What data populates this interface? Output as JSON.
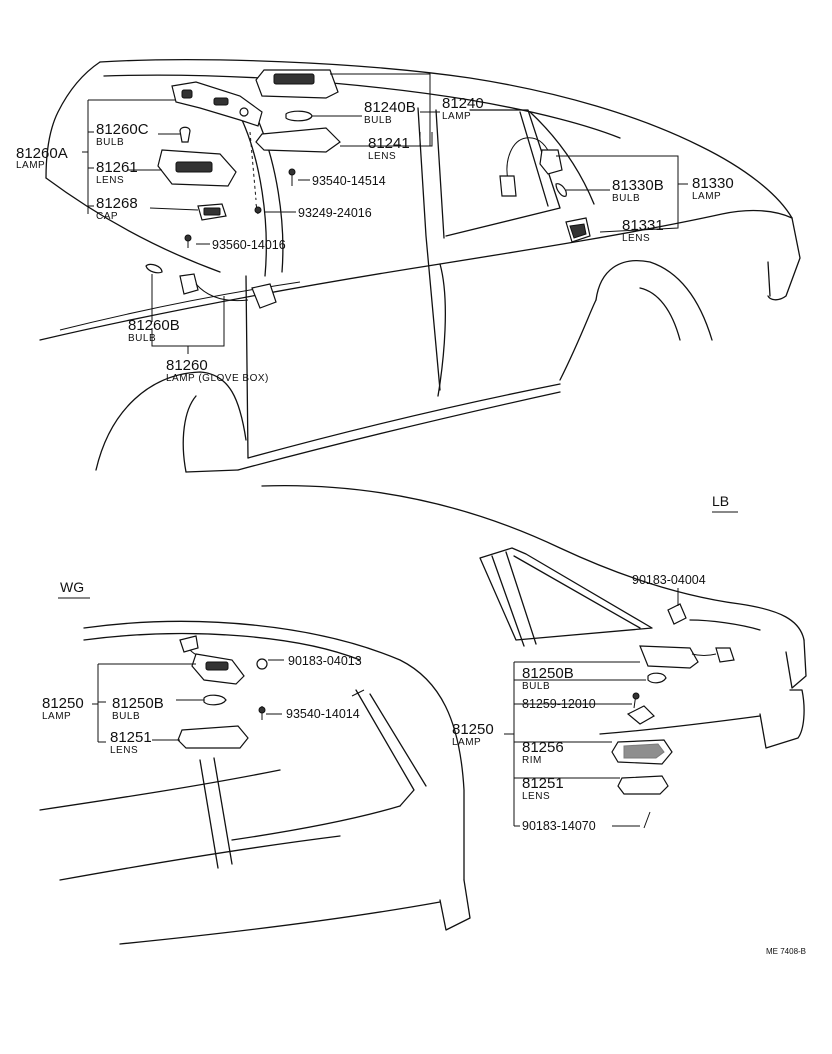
{
  "variants": {
    "lb": "LB",
    "wg": "WG"
  },
  "top": {
    "lamp_81260a": {
      "number": "81260A",
      "sub": "LAMP"
    },
    "bulb_81260c": {
      "number": "81260C",
      "sub": "BULB"
    },
    "lens_81261": {
      "number": "81261",
      "sub": "LENS"
    },
    "cap_81268": {
      "number": "81268",
      "sub": "CAP"
    },
    "screw_93560_14016": {
      "number": "93560-14016"
    },
    "screw_93540_14514": {
      "number": "93540-14514"
    },
    "screw_93249_24016": {
      "number": "93249-24016"
    },
    "bulb_81240b": {
      "number": "81240B",
      "sub": "BULB"
    },
    "lamp_81240": {
      "number": "81240",
      "sub": "LAMP"
    },
    "lens_81241": {
      "number": "81241",
      "sub": "LENS"
    },
    "bulb_81330b": {
      "number": "81330B",
      "sub": "BULB"
    },
    "lamp_81330": {
      "number": "81330",
      "sub": "LAMP"
    },
    "lens_81331": {
      "number": "81331",
      "sub": "LENS"
    },
    "bulb_81260b": {
      "number": "81260B",
      "sub": "BULB"
    },
    "lamp_81260": {
      "number": "81260",
      "sub": "LAMP (GLOVE BOX)"
    }
  },
  "wg": {
    "clip_90183_04013": {
      "number": "90183-04013"
    },
    "lamp_81250": {
      "number": "81250",
      "sub": "LAMP"
    },
    "bulb_81250b": {
      "number": "81250B",
      "sub": "BULB"
    },
    "screw_93540_14014": {
      "number": "93540-14014"
    },
    "lens_81251": {
      "number": "81251",
      "sub": "LENS"
    }
  },
  "lb": {
    "clip_90183_04004": {
      "number": "90183-04004"
    },
    "bulb_81250b": {
      "number": "81250B",
      "sub": "BULB"
    },
    "screw_81259_12010": {
      "number": "81259-12010"
    },
    "lamp_81250": {
      "number": "81250",
      "sub": "LAMP"
    },
    "rim_81256": {
      "number": "81256",
      "sub": "RIM"
    },
    "lens_81251": {
      "number": "81251",
      "sub": "LENS"
    },
    "screw_90183_14070": {
      "number": "90183-14070"
    }
  },
  "footer": {
    "ref_code": "ME 7408-B"
  }
}
